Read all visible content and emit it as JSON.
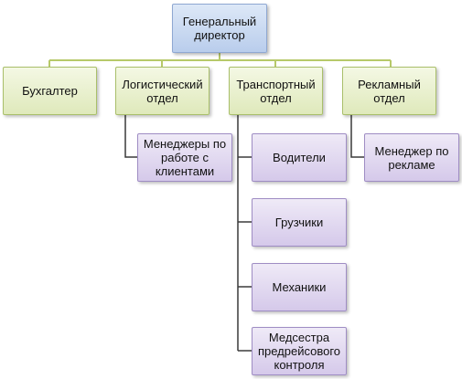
{
  "root": {
    "label": "Генеральный\nдиректор"
  },
  "departments": [
    {
      "label": "Бухгалтер"
    },
    {
      "label": "Логистический\nотдел"
    },
    {
      "label": "Транспортный\nотдел"
    },
    {
      "label": "Рекламный\nотдел"
    }
  ],
  "logistics_children": [
    {
      "label": "Менеджеры по\nработе с\nклиентами"
    }
  ],
  "transport_children": [
    {
      "label": "Водители"
    },
    {
      "label": "Грузчики"
    },
    {
      "label": "Механики"
    },
    {
      "label": "Медсестра\nпредрейсового\nконтроля"
    }
  ],
  "advertising_children": [
    {
      "label": "Менеджер по\nрекламе"
    }
  ],
  "colors": {
    "root_fill": "#c5d6ef",
    "department_fill": "#e6eeca",
    "subunit_fill": "#ddd3ee",
    "connector_root": "#b7c96a",
    "connector_child": "#3a3a3a"
  }
}
